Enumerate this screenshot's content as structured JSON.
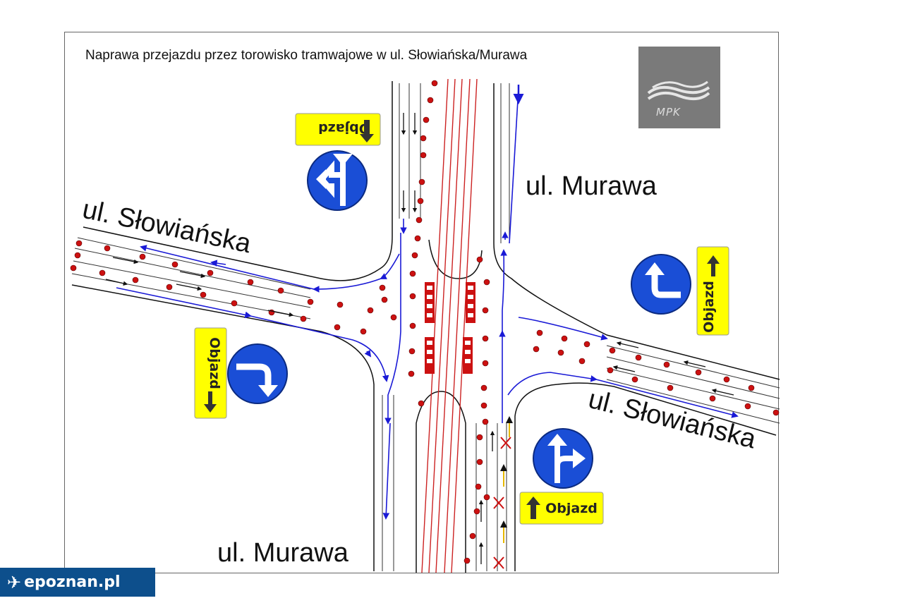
{
  "title": "Naprawa przejazdu przez torowisko tramwajowe w ul. Słowiańska/Murawa",
  "streets": {
    "murawa_north": "ul. Murawa",
    "murawa_south": "ul. Murawa",
    "slowianska_west": "ul. Słowiańska",
    "slowianska_east": "ul. Słowiańska"
  },
  "detour_signs": {
    "north": "Objazd",
    "west": "Objazd",
    "east": "Objazd",
    "south": "Objazd"
  },
  "logo": {
    "text": "MPK"
  },
  "badge": {
    "text": "epoznan.pl"
  },
  "colors": {
    "arrow_blue": "#1a1ad6",
    "sign_blue": "#1a4ed6",
    "sign_yellow": "#ffff00",
    "tram_red": "#cc2222",
    "cone_red": "#cc1111",
    "badge_blue": "#0d4f8c"
  }
}
